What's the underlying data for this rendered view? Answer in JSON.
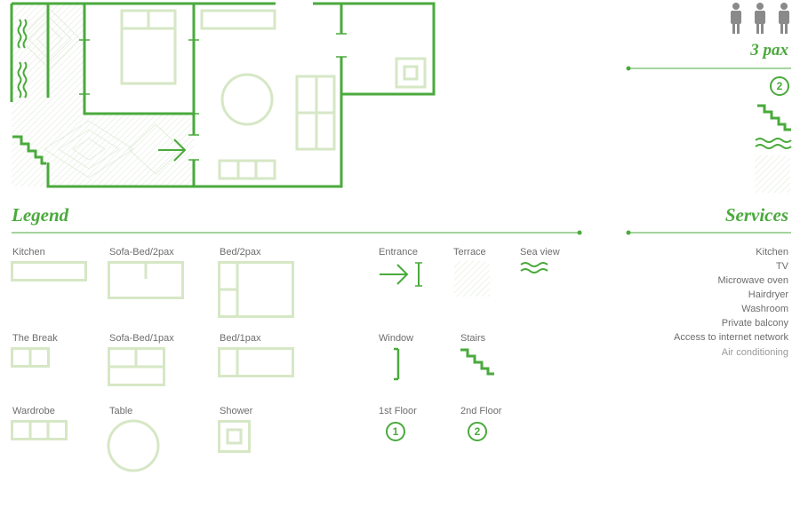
{
  "pax": {
    "count_label": "3 pax",
    "floor_number": "2",
    "person_icon_count": 3
  },
  "legend": {
    "title": "Legend",
    "items": {
      "kitchen": "Kitchen",
      "sofa_bed_2pax": "Sofa-Bed/2pax",
      "bed_2pax": "Bed/2pax",
      "the_break": "The Break",
      "sofa_bed_1pax": "Sofa-Bed/1pax",
      "bed_1pax": "Bed/1pax",
      "wardrobe": "Wardrobe",
      "table": "Table",
      "shower": "Shower",
      "entrance": "Entrance",
      "terrace": "Terrace",
      "sea_view": "Sea view",
      "window": "Window",
      "stairs": "Stairs",
      "first_floor": "1st Floor",
      "second_floor": "2nd Floor"
    },
    "floor_badges": {
      "first": "1",
      "second": "2"
    }
  },
  "services": {
    "title": "Services",
    "items": [
      "Kitchen",
      "TV",
      "Microwave oven",
      "Hairdryer",
      "Washroom",
      "Private balcony",
      "Access to internet network",
      "Air conditioning"
    ]
  },
  "colors": {
    "accent_green": "#4aaa3c",
    "furniture_green": "#d6e7c5",
    "text_gray": "#6d6d6d",
    "icon_gray": "#8a8a8a"
  }
}
